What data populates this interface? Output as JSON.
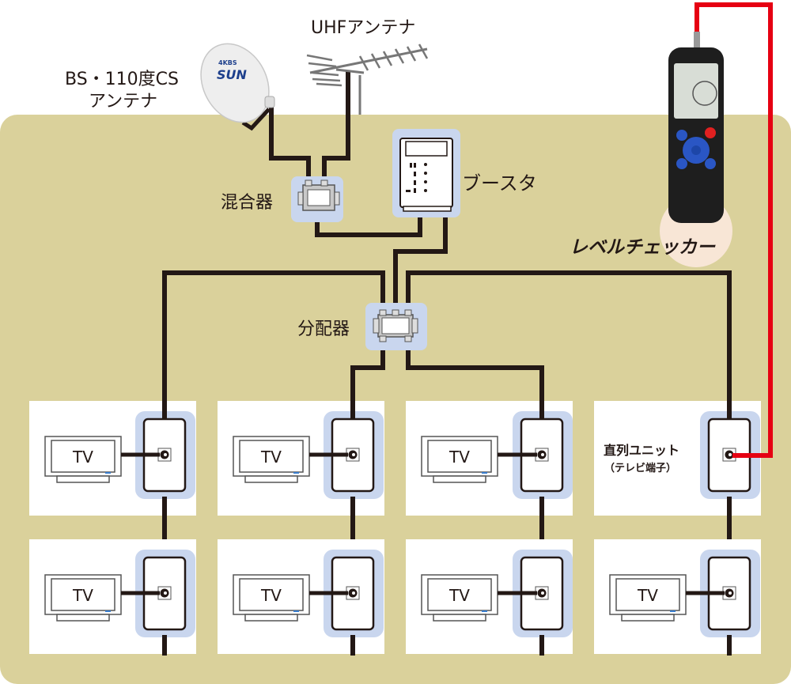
{
  "labels": {
    "uhf_antenna": "UHFアンテナ",
    "bs_antenna_line1": "BS・110度CS",
    "bs_antenna_line2": "アンテナ",
    "mixer": "混合器",
    "booster": "ブースタ",
    "splitter": "分配器",
    "level_checker": "レベルチェッカー",
    "series_unit_line1": "直列ユニット",
    "series_unit_line2": "（テレビ端子）",
    "tv": "TV"
  },
  "dish_logo": "4KBS SUN",
  "colors": {
    "panel": "#dad19b",
    "cable": "#231815",
    "test_cable": "#e60012",
    "halo": "#c9d6ee"
  }
}
